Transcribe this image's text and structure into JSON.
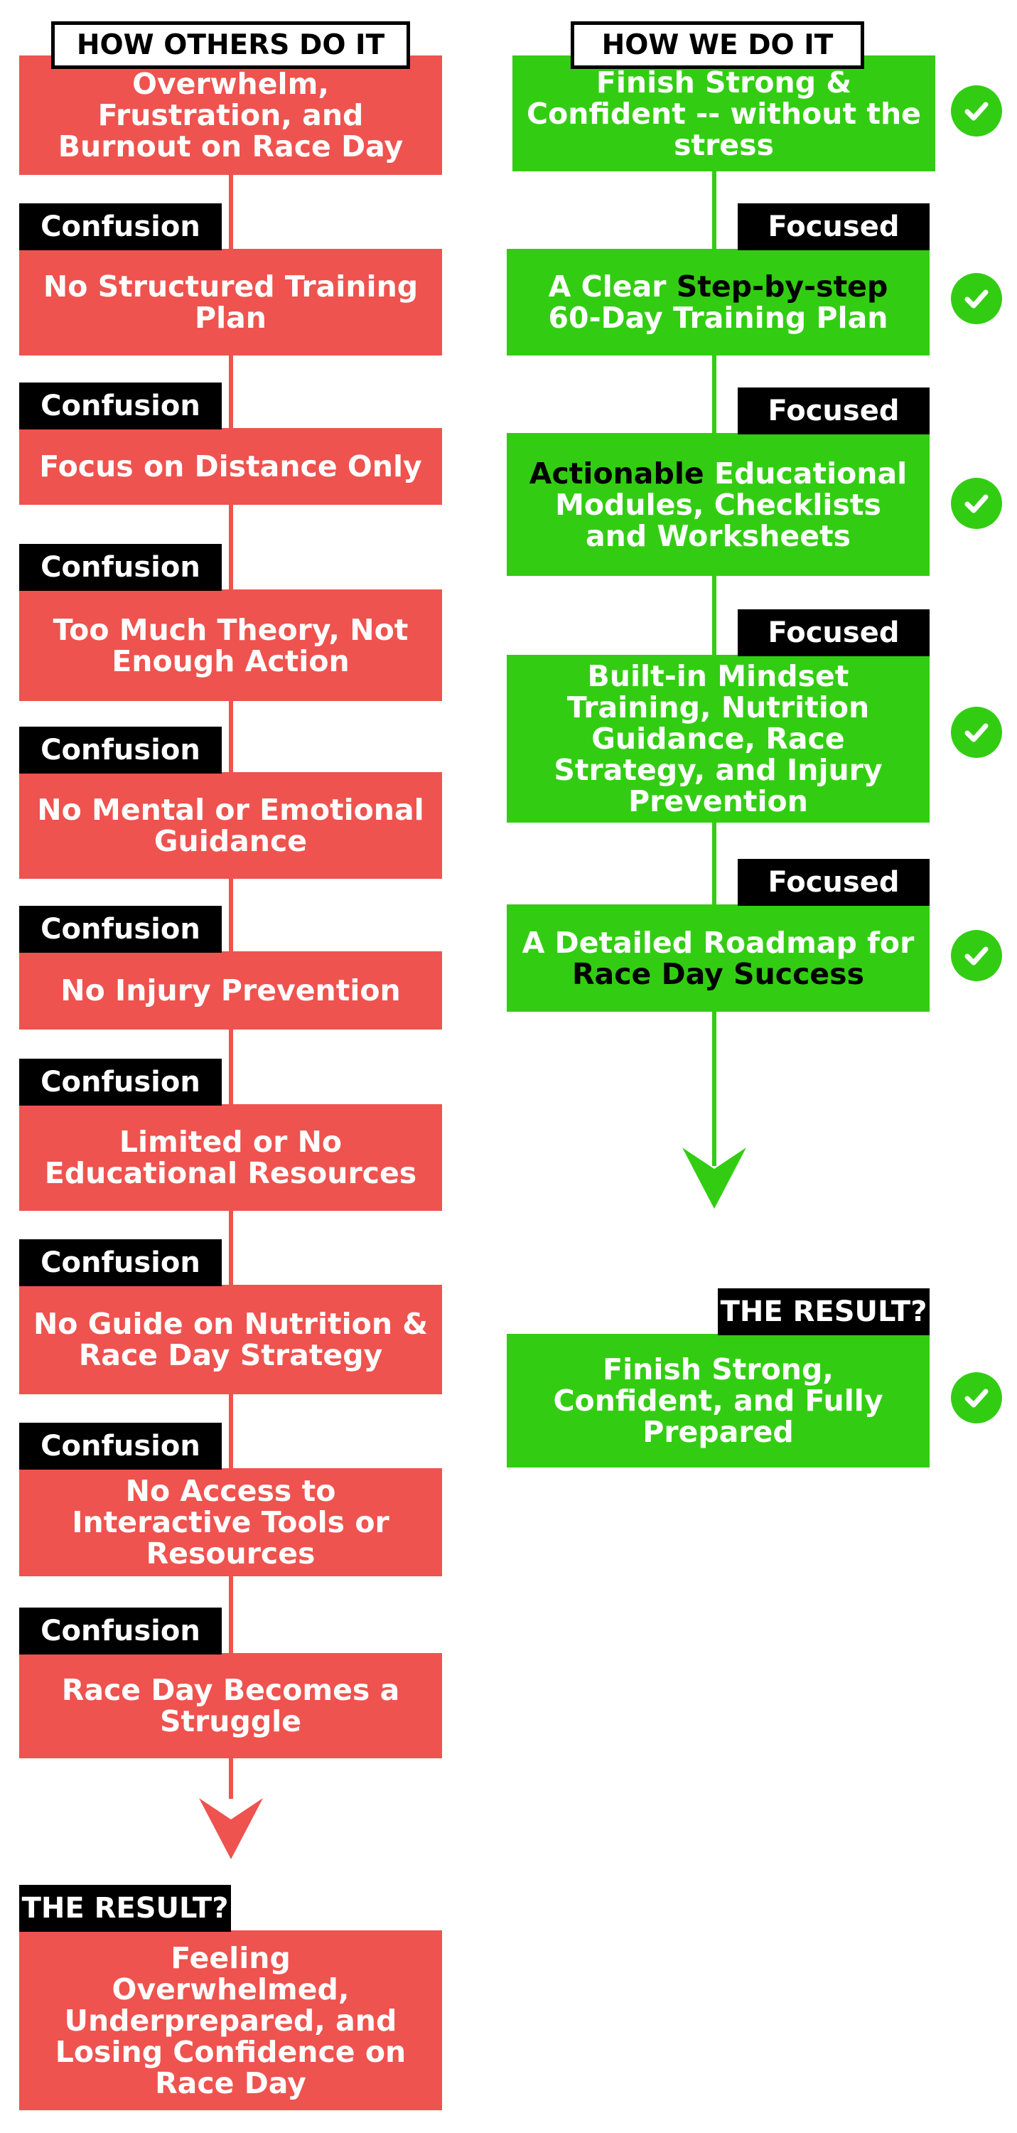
{
  "left": {
    "header": "HOW OTHERS DO IT",
    "top_box": "Overwhelm, Frustration, and Burnout on Race Day",
    "steps": [
      {
        "tag": "Confusion",
        "text": "No Structured Training Plan"
      },
      {
        "tag": "Confusion",
        "text": "Focus on Distance Only"
      },
      {
        "tag": "Confusion",
        "text": "Too Much Theory, Not Enough Action"
      },
      {
        "tag": "Confusion",
        "text": "No Mental or Emotional Guidance"
      },
      {
        "tag": "Confusion",
        "text": "No Injury Prevention"
      },
      {
        "tag": "Confusion",
        "text": "Limited or No Educational Resources"
      },
      {
        "tag": "Confusion",
        "text": "No Guide on Nutrition & Race Day Strategy"
      },
      {
        "tag": "Confusion",
        "text": "No Access to Interactive Tools or Resources"
      },
      {
        "tag": "Confusion",
        "text": "Race Day Becomes a Struggle"
      }
    ],
    "result_tag": "THE RESULT?",
    "result_text": "Feeling Overwhelmed, Underprepared, and Losing Confidence on Race Day"
  },
  "right": {
    "header": "HOW WE DO IT",
    "top_box": "Finish Strong & Confident -- without the stress",
    "steps": [
      {
        "tag": "Focused",
        "pre": "A Clear ",
        "highlight": "Step-by-step",
        "post": " 60-Day Training Plan"
      },
      {
        "tag": "Focused",
        "pre": "",
        "highlight": "Actionable",
        "post": " Educational Modules, Checklists and Worksheets"
      },
      {
        "tag": "Focused",
        "pre": "Built-in Mindset Training, Nutrition Guidance, Race Strategy, and Injury Prevention",
        "highlight": "",
        "post": ""
      },
      {
        "tag": "Focused",
        "pre": "A Detailed Roadmap for ",
        "highlight": "Race Day Success",
        "post": ""
      }
    ],
    "result_tag": "THE RESULT?",
    "result_text": "Finish Strong, Confident, and Fully Prepared"
  },
  "icons": {
    "check": "check-circle-icon",
    "arrow": "arrow-down-icon"
  },
  "colors": {
    "red": "#ee534f",
    "green": "#32cd12",
    "black": "#000000"
  }
}
